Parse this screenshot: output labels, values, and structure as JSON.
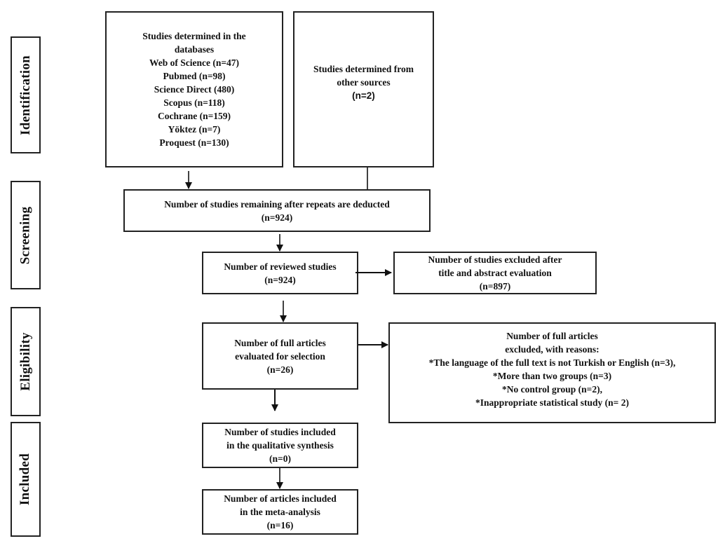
{
  "phases": [
    "Identification",
    "Screening",
    "Eligibility",
    "Included"
  ],
  "boxes": {
    "databases": {
      "lines": [
        "Studies determined in the",
        "databases",
        "Web of Science (n=47)",
        "Pubmed (n=98)",
        "Science Direct (480)",
        "Scopus (n=118)",
        "Cochrane (n=159)",
        "Yöktez (n=7)",
        "Proquest (n=130)"
      ]
    },
    "other_sources": {
      "lines": [
        "Studies determined from",
        "other sources",
        "(n=2)"
      ]
    },
    "after_repeats": {
      "lines": [
        "Number of studies remaining after repeats are deducted",
        "(n=924)"
      ]
    },
    "reviewed": {
      "lines": [
        "Number of reviewed studies",
        "(n=924)"
      ]
    },
    "excluded_title_abstract": {
      "lines": [
        "Number of studies excluded after",
        "title and abstract evaluation",
        "(n=897)"
      ]
    },
    "full_articles": {
      "lines": [
        "Number of full articles",
        "evaluated for selection",
        "(n=26)"
      ]
    },
    "full_excluded": {
      "lines": [
        "Number of full articles",
        "excluded, with reasons:",
        "*The language of the full text is not Turkish or English (n=3),",
        "*More than two groups (n=3)",
        "*No control group (n=2),",
        "*Inappropriate statistical study (n= 2)"
      ]
    },
    "qualitative": {
      "lines": [
        "Number of studies included",
        "in the qualitative synthesis",
        "(n=0)"
      ]
    },
    "meta_analysis": {
      "lines": [
        "Number of articles included",
        "in the meta-analysis",
        "(n=16)"
      ]
    }
  }
}
